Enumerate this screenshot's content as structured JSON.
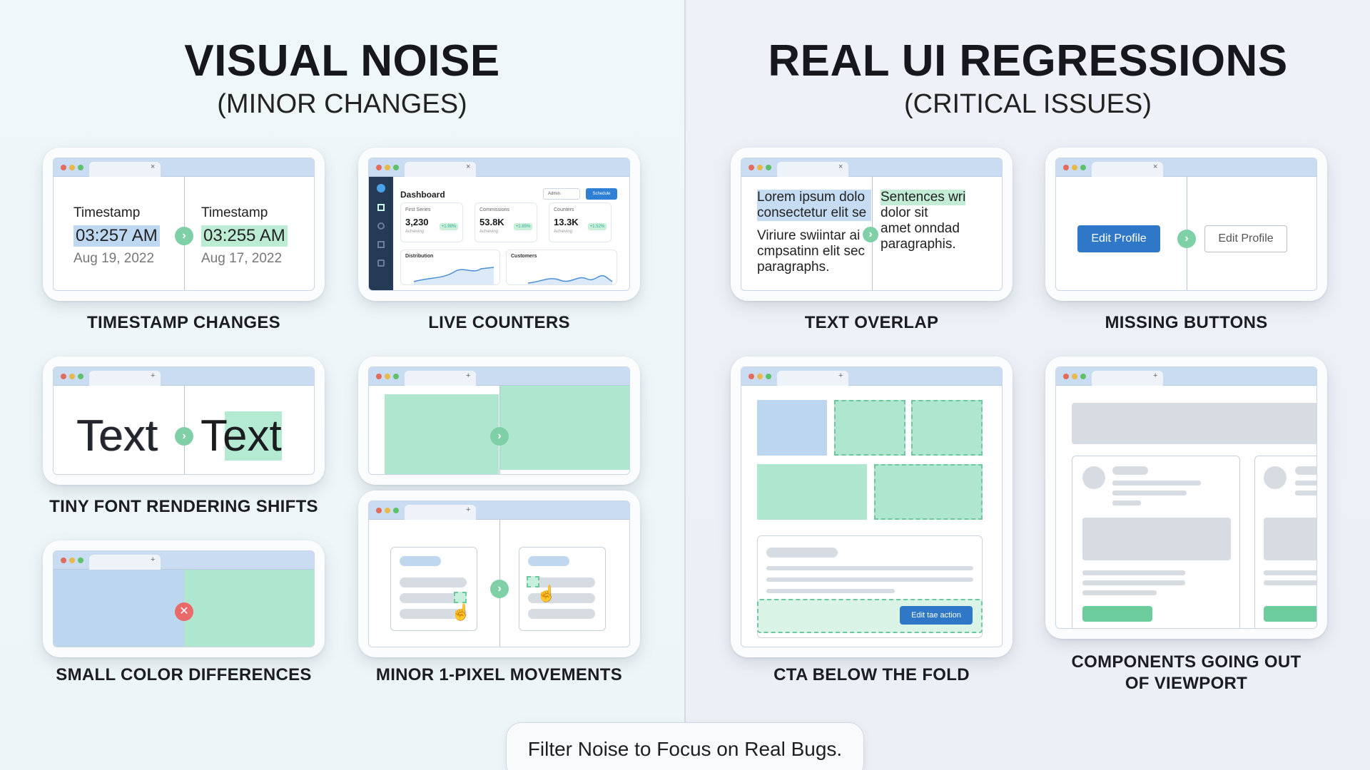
{
  "left": {
    "title": "VISUAL NOISE",
    "subtitle": "(MINOR CHANGES)",
    "cards": {
      "timestamp": {
        "caption": "TIMESTAMP CHANGES",
        "before": {
          "label": "Timestamp",
          "time": "03:257 AM",
          "date": "Aug 19, 2022"
        },
        "after": {
          "label": "Timestamp",
          "time": "03:255 AM",
          "date": "Aug 17, 2022"
        }
      },
      "counters": {
        "caption": "LIVE COUNTERS",
        "title": "Dashboard",
        "select": "Admin",
        "button": "Schedule",
        "stats": [
          {
            "title": "First Series",
            "value": "3,230",
            "badge": "+1.98%",
            "sub": "Achieving"
          },
          {
            "title": "Commissions",
            "value": "53.8K",
            "badge": "+1.85%",
            "sub": "Achieving"
          },
          {
            "title": "Counters",
            "value": "13.3K",
            "badge": "+1.52%",
            "sub": "Achieving"
          }
        ],
        "chart1": "Distribution",
        "chart2": "Customers"
      },
      "font": {
        "caption": "TINY FONT RENDERING SHIFTS",
        "word": "Text"
      },
      "color": {
        "caption": "SMALL COLOR DIFFERENCES"
      },
      "pixel": {
        "caption": "MINOR 1-PIXEL MOVEMENTS"
      }
    }
  },
  "right": {
    "title": "REAL UI REGRESSIONS",
    "subtitle": "(CRITICAL ISSUES)",
    "cards": {
      "overlap": {
        "caption": "TEXT OVERLAP",
        "left_lines": [
          "Lorem ipsum dolo",
          "consectetur elit se",
          "Viriure swiintar ai",
          "cmpsatinn elit sec",
          "paragraphs."
        ],
        "right_lines": [
          "Sentences wri",
          "dolor sit",
          "amet onndad",
          "paragraphis."
        ]
      },
      "buttons": {
        "caption": "MISSING BUTTONS",
        "button": "Edit Profile"
      },
      "cta": {
        "caption": "CTA BELOW THE FOLD",
        "button": "Edit tae action"
      },
      "viewport": {
        "caption_line1": "COMPONENTS GOING OUT",
        "caption_line2": "OF VIEWPORT"
      }
    }
  },
  "footer": "Filter Noise to Focus on Real Bugs."
}
